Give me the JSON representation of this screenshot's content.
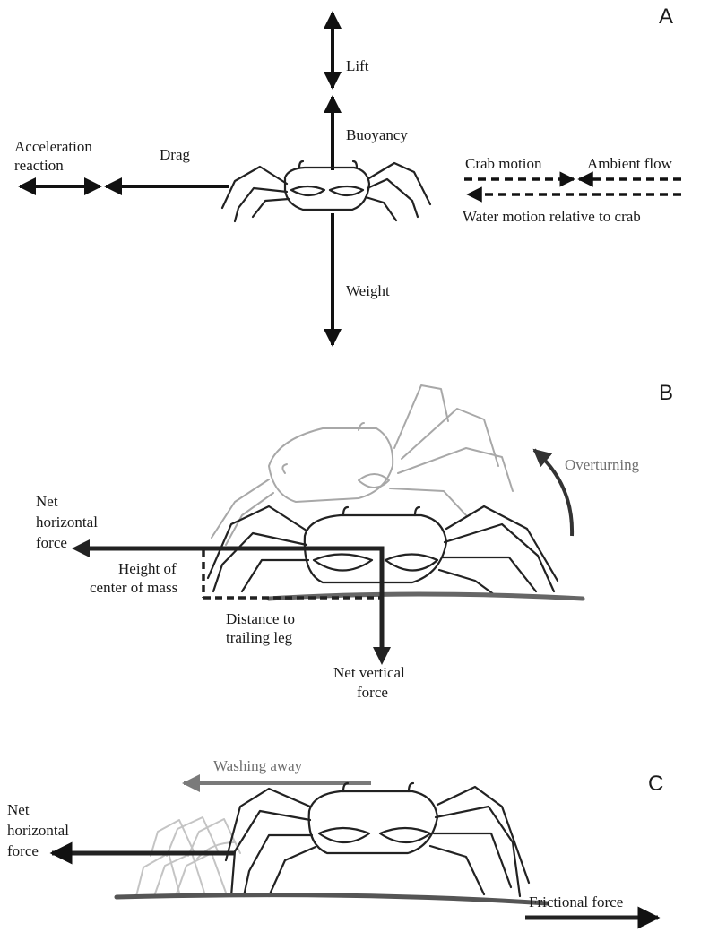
{
  "panel_a": {
    "letter": "A",
    "lift": "Lift",
    "buoyancy": "Buoyancy",
    "weight": "Weight",
    "drag": "Drag",
    "acceleration_reaction_line1": "Acceleration",
    "acceleration_reaction_line2": "reaction",
    "crab_motion": "Crab motion",
    "ambient_flow": "Ambient flow",
    "water_motion": "Water motion relative to crab"
  },
  "panel_b": {
    "letter": "B",
    "overturning": "Overturning",
    "net_horizontal_force_line1": "Net",
    "net_horizontal_force_line2": "horizontal",
    "net_horizontal_force_line3": "force",
    "height_line1": "Height of",
    "height_line2": "center of mass",
    "distance_line1": "Distance to",
    "distance_line2": "trailing leg",
    "net_vertical_force_line1": "Net vertical",
    "net_vertical_force_line2": "force"
  },
  "panel_c": {
    "letter": "C",
    "washing_away": "Washing away",
    "net_horizontal_force_line1": "Net",
    "net_horizontal_force_line2": "horizontal",
    "net_horizontal_force_line3": "force",
    "frictional_force": "Frictional force"
  }
}
